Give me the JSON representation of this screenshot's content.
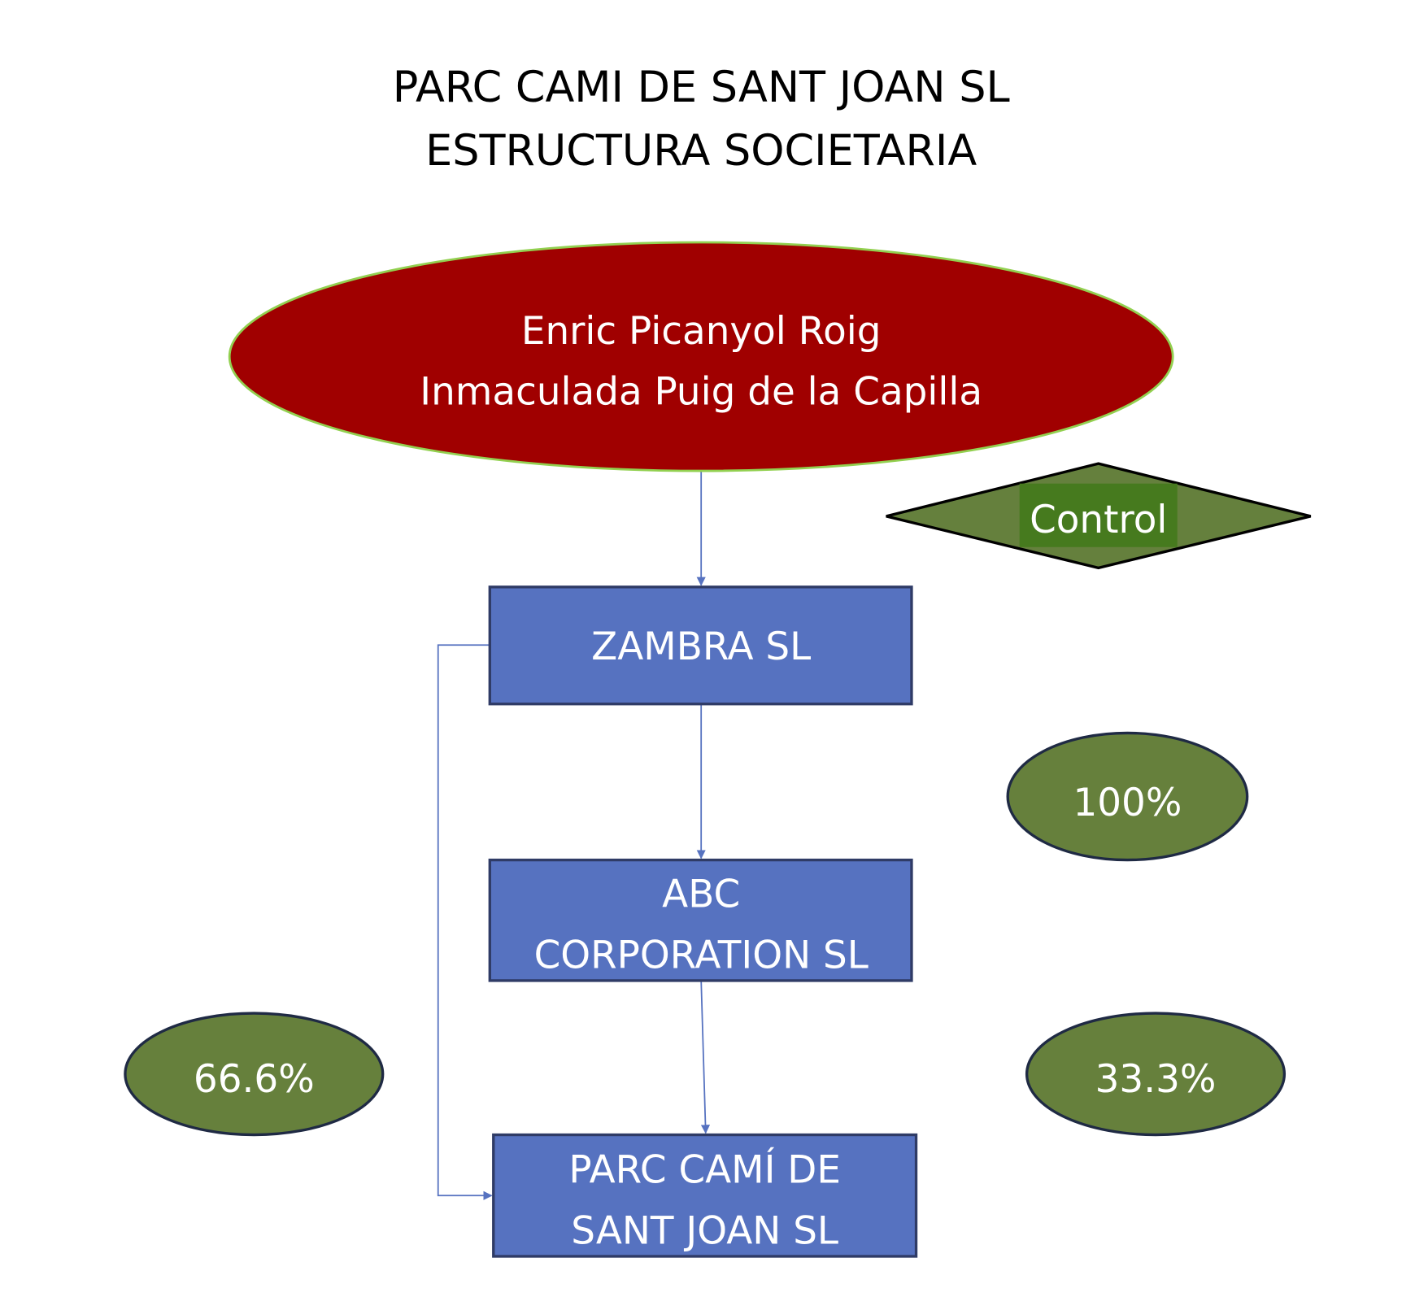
{
  "title": {
    "line1": "PARC CAMI DE SANT JOAN SL",
    "line2": "ESTRUCTURA SOCIETARIA"
  },
  "owners": {
    "line1": "Enric Picanyol Roig",
    "line2": "Inmaculada Puig de la Capilla"
  },
  "legend": {
    "control": "Control"
  },
  "entities": {
    "zambra": "ZAMBRA SL",
    "abc": {
      "line1": "ABC",
      "line2": "CORPORATION SL"
    },
    "parc": {
      "line1": "PARC CAMÍ DE",
      "line2": "SANT JOAN SL"
    }
  },
  "percentages": {
    "zambra_to_abc": "100%",
    "zambra_to_parc": "66.6%",
    "abc_to_parc": "33.3%"
  },
  "colors": {
    "owner_fill": "#A00000",
    "owner_stroke": "#92D050",
    "entity_fill": "#5672C0",
    "percent_fill": "#66803C",
    "control_fill": "#65803D"
  }
}
